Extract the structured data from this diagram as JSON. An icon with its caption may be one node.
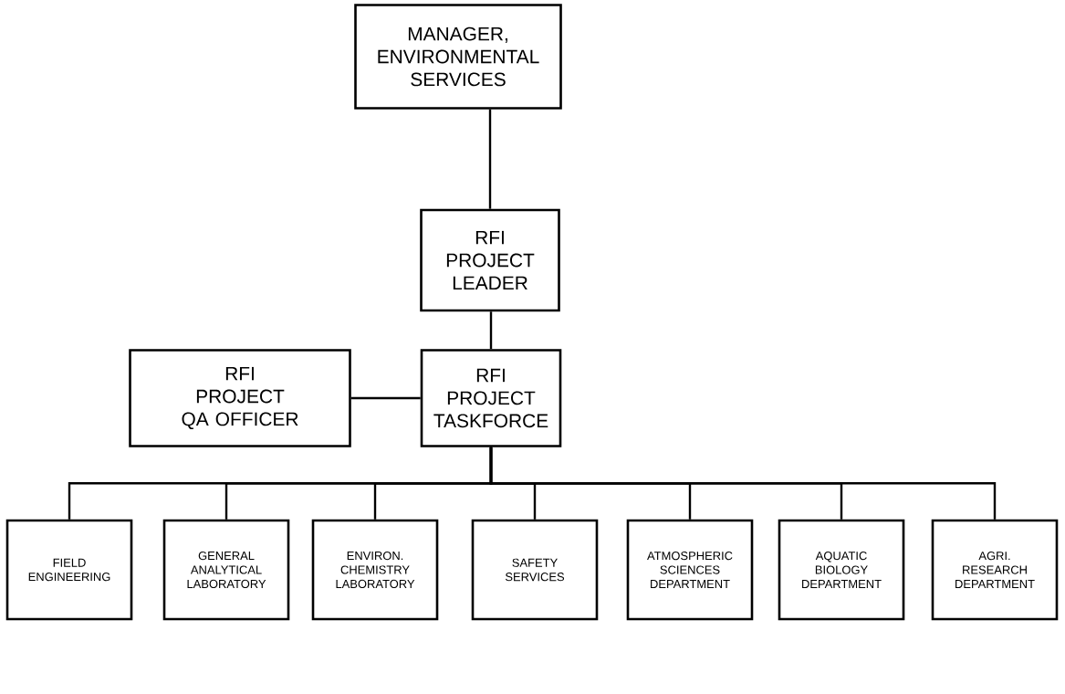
{
  "diagram": {
    "nodes": [
      {
        "text": [
          "MANAGER, ENVIRONMENTAL SERVICES"
        ]
      },
      {
        "text": [
          "RFI PROJECT LEADER"
        ]
      },
      {
        "text": [
          "RFI PROJECT QA OFFICER"
        ]
      },
      {
        "text": [
          "RFI PROJECT TASKFORCE"
        ]
      },
      {
        "text": [
          "FIELD ENGINEERING"
        ]
      },
      {
        "text": [
          "GENERAL ANALYTICAL LABORATORY"
        ]
      },
      {
        "text": [
          "ENVIRON. CHEMISTRY LABORATORY"
        ]
      },
      {
        "text": [
          "SAFETY SERVICES"
        ]
      },
      {
        "text": [
          "ATMOSPHERIC SCIENCES DEPARTMENT"
        ]
      },
      {
        "text": [
          "AQUATIC BIOLOGY DEPARTMENT"
        ]
      },
      {
        "text": [
          "AGRI. RESEARCH DEPARTMENT"
        ]
      }
    ],
    "edges": [
      {
        "from": 0,
        "to": 1,
        "arrow": "none"
      },
      {
        "from": 1,
        "to": 3,
        "arrow": "none"
      },
      {
        "from": 2,
        "to": 3,
        "arrow": "none"
      },
      {
        "from": 3,
        "to": 4,
        "arrow": "none"
      },
      {
        "from": 3,
        "to": 5,
        "arrow": "none"
      },
      {
        "from": 3,
        "to": 6,
        "arrow": "none"
      },
      {
        "from": 3,
        "to": 7,
        "arrow": "none"
      },
      {
        "from": 3,
        "to": 8,
        "arrow": "none"
      },
      {
        "from": 3,
        "to": 9,
        "arrow": "none"
      },
      {
        "from": 3,
        "to": 10,
        "arrow": "none"
      }
    ]
  }
}
